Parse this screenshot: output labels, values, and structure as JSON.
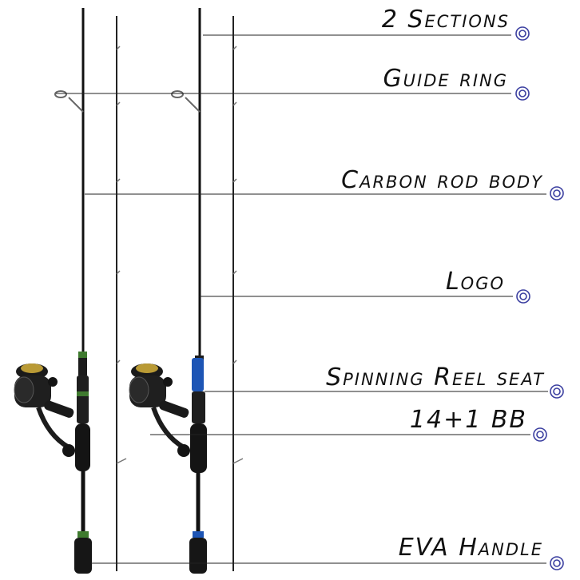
{
  "labels": {
    "sections": "2 Sections",
    "guide_ring": "Guide ring",
    "carbon_rod_body": "Carbon rod body",
    "logo": "Logo",
    "reel_seat": "Spinning Reel seat",
    "bearings": "14+1 BB",
    "handle": "EVA Handle"
  },
  "colors": {
    "rod": "#111111",
    "leader_line": "#222222",
    "marker_ring": "#3b3fa0",
    "green_accent": "#3f7a2f",
    "blue_accent": "#1d55b5",
    "reel_gold": "#b99a35"
  }
}
